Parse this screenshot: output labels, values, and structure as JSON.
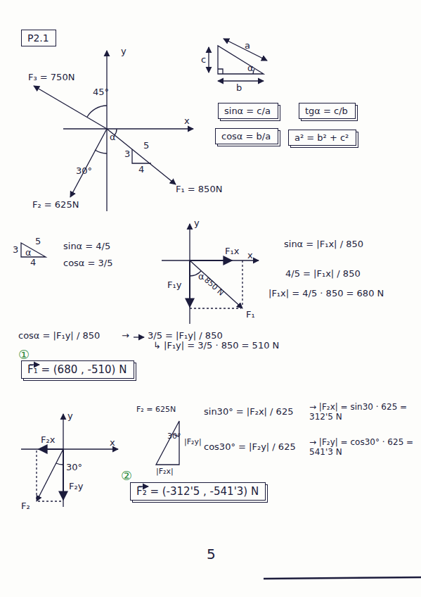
{
  "diagram": {
    "nodes": [
      {
        "text": [
          "P2.1"
        ]
      },
      {
        "text": [
          "sinα = c/a"
        ]
      },
      {
        "text": [
          "tgα = c/b"
        ]
      },
      {
        "text": [
          "cosα = b/a"
        ]
      },
      {
        "text": [
          "a² = b² + c²"
        ]
      },
      {
        "text": [
          "F₁ = (680 , -510) N"
        ]
      },
      {
        "text": [
          "F₂ = (-312'5 , -541'3) N"
        ]
      }
    ],
    "labels": [
      "F₃ = 750N",
      "y",
      "45°",
      "x",
      "α",
      "3",
      "5",
      "4",
      "30°",
      "F₁ = 850N",
      "F₂ = 625N",
      "a",
      "c",
      "α",
      "b",
      "3",
      "5",
      "4",
      "α",
      "sinα = 4/5",
      "cosα = 3/5",
      "y",
      "F₁x",
      "x",
      "F₁y",
      "850 N",
      "α",
      "F₁",
      "sinα = |F₁x| / 850",
      "4/5 = |F₁x| / 850",
      "|F₁x| = 4/5 · 850 = 680 N",
      "cosα = |F₁y| / 850",
      "→",
      "3/5 = |F₁y| / 850",
      "↳ |F₁y| = 3/5 · 850 = 510 N",
      "①",
      "y",
      "F₂x",
      "x",
      "30°",
      "F₂y",
      "F₂",
      "F₂ = 625N",
      "30°",
      "|F₂y|",
      "|F₂x|",
      "sin30° = |F₂x| / 625",
      "→ |F₂x| = sin30 · 625 = 312'5 N",
      "cos30° = |F₂y| / 625",
      "→ |F₂y| = cos30° · 625 = 541'3 N",
      "②",
      "5"
    ]
  }
}
